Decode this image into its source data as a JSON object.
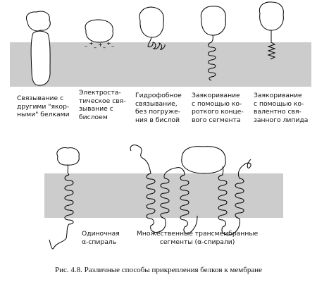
{
  "labels": {
    "anchor_proteins": "Связывание с\nдругими \"якор-\nными\" белками",
    "electrostatic": "Электроста-\nтическое свя-\nзывание с\nбислоем",
    "hydrophobic": "Гидрофобное\nсвязывание,\nбез погруже-\nния в бислой",
    "short_segment": "Заякоривание\nс помощью ко-\nроткого концe-\nвого сегмента",
    "lipid": "Заякоривание\nс помощью ко-\nвалентно свя-\nзанного липида",
    "single_helix": "Одиночная\nα-спираль",
    "multi_helix": "Множественные  трансмембранные\nсегменты (α-спирали)"
  },
  "charges": {
    "minus": "–",
    "plus": "+"
  },
  "caption": "Рис. 4.8. Различные способы прикрепления белков к мембране"
}
